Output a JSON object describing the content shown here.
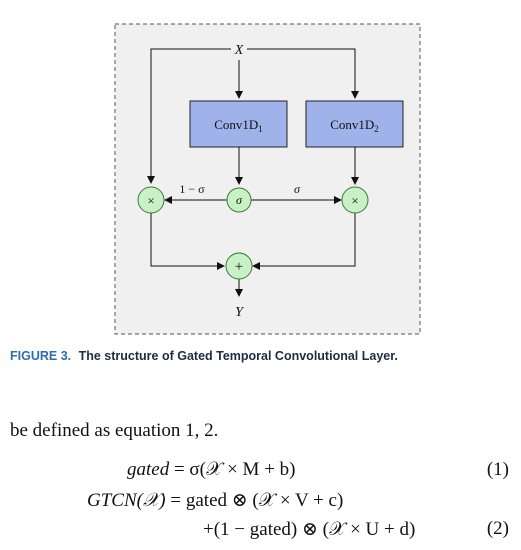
{
  "diagram": {
    "input_label": "X",
    "output_label": "Y",
    "conv1": {
      "base": "Conv1D",
      "sub": "1"
    },
    "conv2": {
      "base": "Conv1D",
      "sub": "2"
    },
    "sigma_node": "σ",
    "mult_left": "×",
    "mult_right": "×",
    "add_node": "+",
    "edge_left": "1 − σ",
    "edge_right": "σ",
    "colors": {
      "conv_fill": "#9fb3ea",
      "node_fill": "#c9f1c6",
      "node_stroke": "#3a7a3a",
      "panel_fill": "#f0f0f0"
    }
  },
  "caption": {
    "label": "FIGURE 3.",
    "text": "The structure of Gated Temporal Convolutional Layer."
  },
  "body": {
    "text": "be defined as equation 1, 2."
  },
  "equations": {
    "eq1": {
      "lhs": "gated",
      "rhs": "= σ(𝒳 × M + b)",
      "num": "(1)"
    },
    "eq2_line1": {
      "lhs": "GTCN(𝒳)",
      "rhs": "= gated ⊗ (𝒳 × V + c)"
    },
    "eq2_line2": {
      "rhs": "+(1 − gated) ⊗ (𝒳 × U + d)",
      "num": "(2)"
    }
  }
}
